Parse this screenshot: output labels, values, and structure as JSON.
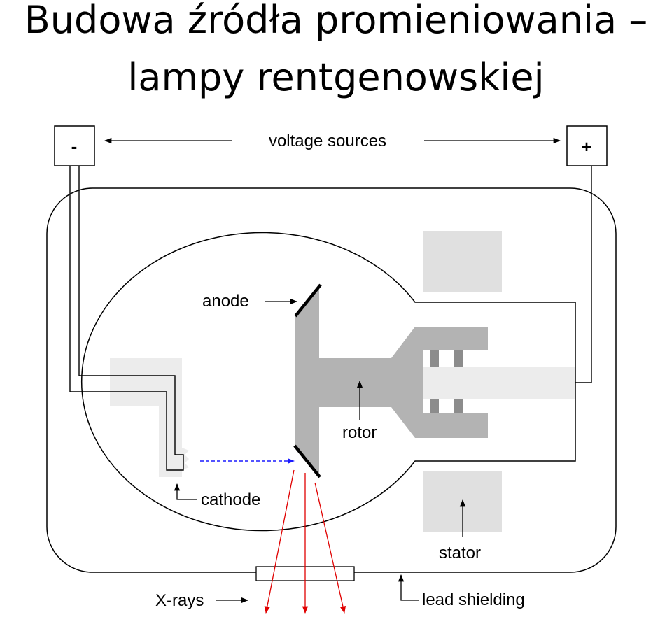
{
  "title": {
    "line1": "Budowa źródła promieniowania –",
    "line2": "lampy rentgenowskiej"
  },
  "diagram": {
    "labels": {
      "minus": "-",
      "plus": "+",
      "voltage_sources": "voltage sources",
      "anode": "anode",
      "rotor": "rotor",
      "cathode": "cathode",
      "stator": "stator",
      "xrays": "X-rays",
      "lead_shielding": "lead shielding"
    },
    "colors": {
      "line": "#000000",
      "component_gray": "#b3b3b3",
      "light_gray": "#e0e0e0",
      "lighter_gray": "#ececec",
      "electron_beam": "#1a1aff",
      "xray": "#e00000"
    }
  }
}
